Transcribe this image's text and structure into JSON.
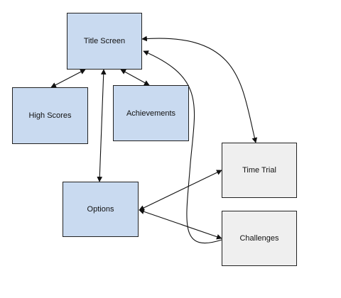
{
  "nodes": {
    "title_screen": {
      "label": "Title Screen"
    },
    "high_scores": {
      "label": "High Scores"
    },
    "achievements": {
      "label": "Achievements"
    },
    "options": {
      "label": "Options"
    },
    "time_trial": {
      "label": "Time Trial"
    },
    "challenges": {
      "label": "Challenges"
    }
  },
  "colors": {
    "primary_fill": "#c9daf0",
    "secondary_fill": "#efefef",
    "stroke": "#222222"
  },
  "edges": [
    {
      "from": "title_screen",
      "to": "high_scores",
      "direction": "both"
    },
    {
      "from": "title_screen",
      "to": "achievements",
      "direction": "both"
    },
    {
      "from": "title_screen",
      "to": "options",
      "direction": "both"
    },
    {
      "from": "title_screen",
      "to": "time_trial",
      "direction": "both"
    },
    {
      "from": "challenges",
      "to": "title_screen",
      "direction": "forward"
    },
    {
      "from": "options",
      "to": "time_trial",
      "direction": "both"
    },
    {
      "from": "options",
      "to": "challenges",
      "direction": "both"
    }
  ]
}
